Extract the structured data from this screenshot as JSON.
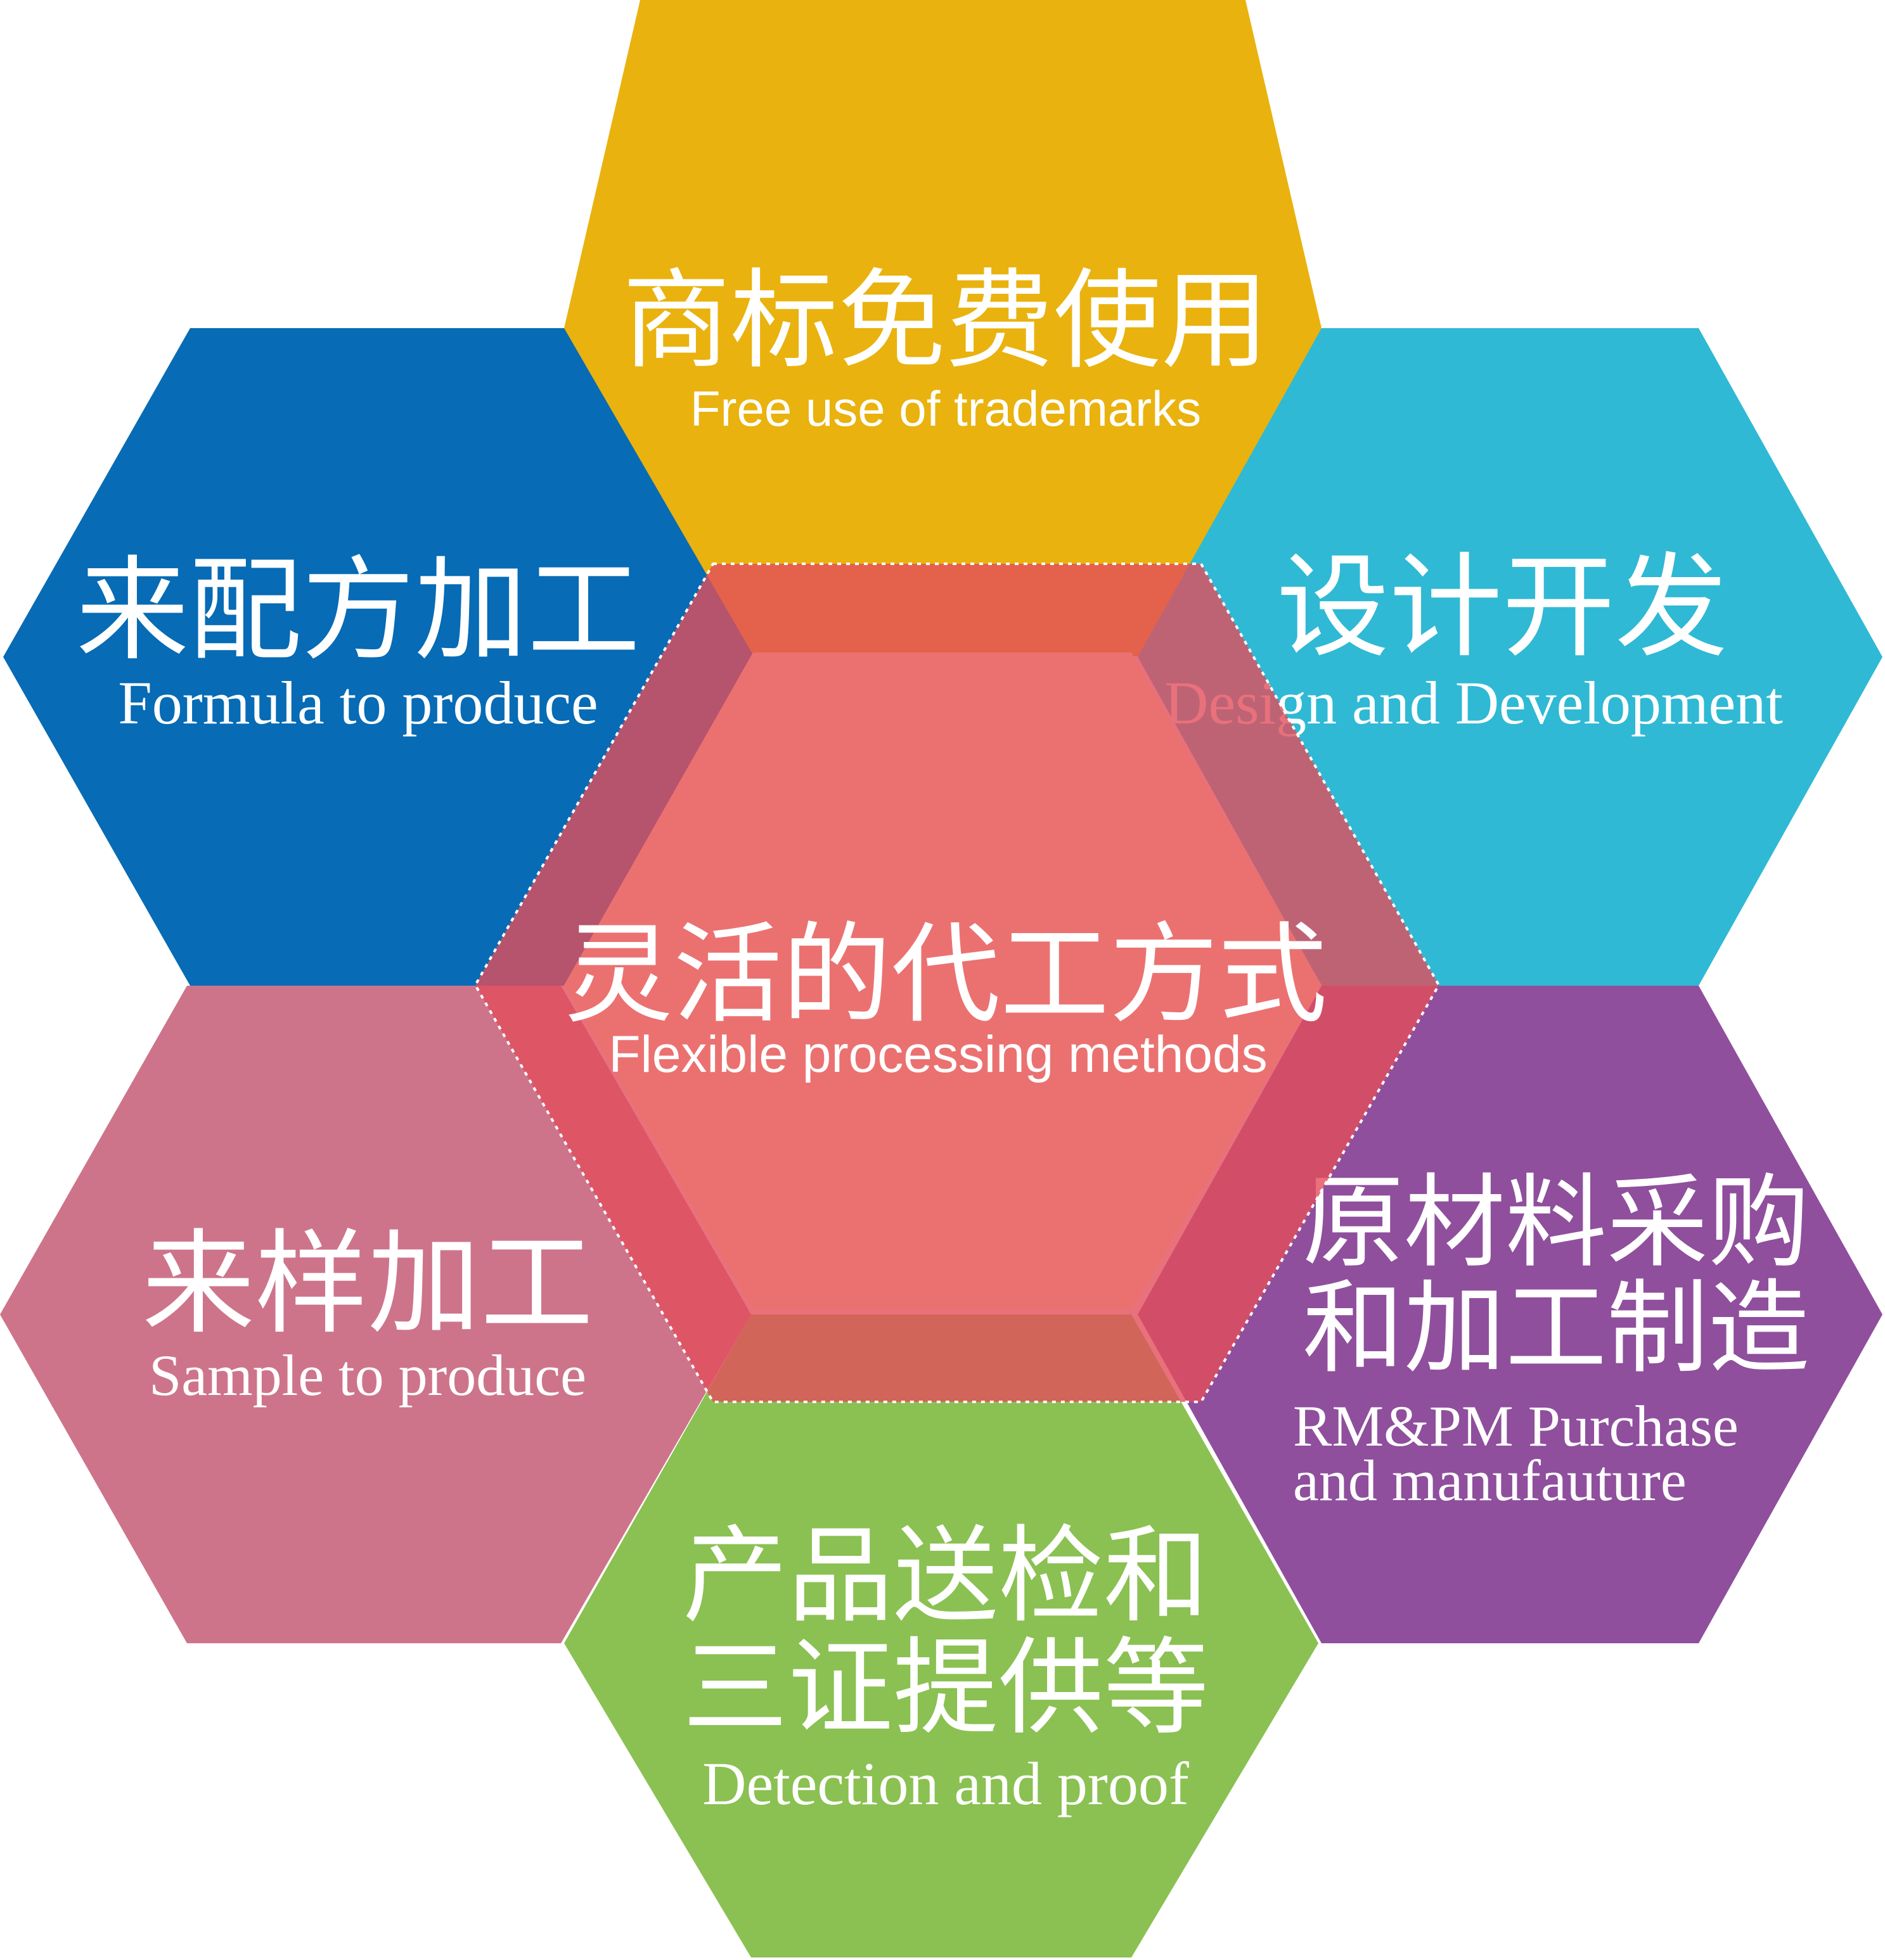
{
  "colors": {
    "top": "#E9B20E",
    "top_left": "#076BB5",
    "top_right": "#2FB9D4",
    "bottom_left": "#CD748B",
    "bottom_right": "#8F4F9D",
    "bottom": "#8AC152",
    "center": "#E24E5B",
    "center_inner": "#EB7171"
  },
  "center": {
    "zh": "灵活的代工方式",
    "en": "Flexible processing methods"
  },
  "top": {
    "zh": "商标免费使用",
    "en": "Free use of trademarks"
  },
  "top_left": {
    "zh": "来配方加工",
    "en": "Formula to produce"
  },
  "top_right": {
    "zh": "设计开发",
    "en": "Design and Development"
  },
  "bottom_left": {
    "zh": "来样加工",
    "en": "Sample to produce"
  },
  "bottom_right": {
    "zh_line1": "原材料采购",
    "zh_line2": "和加工制造",
    "en_line1": "RM&PM Purchase",
    "en_line2": "and manufauture"
  },
  "bottom": {
    "zh_line1": "产品送检和",
    "zh_line2": "三证提供等",
    "en": "Detection and proof"
  }
}
